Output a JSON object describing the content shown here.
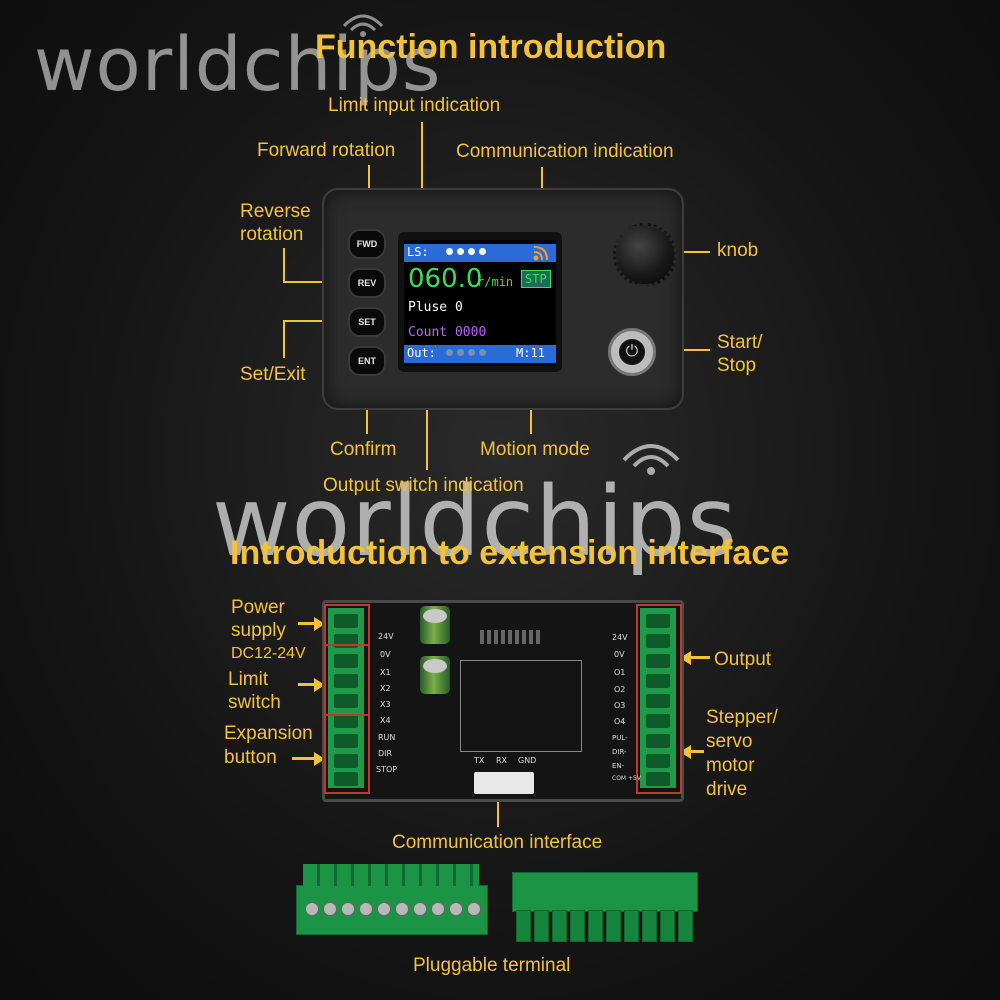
{
  "watermark": {
    "text1": "worldchips",
    "text2": "worldchips"
  },
  "titles": {
    "function": "Function introduction",
    "extension": "Introduction to extension interface"
  },
  "labels": {
    "limit_input": "Limit input indication",
    "forward": "Forward rotation",
    "communication_ind": "Communication indication",
    "reverse_1": "Reverse",
    "reverse_2": "rotation",
    "knob": "knob",
    "set_exit": "Set/Exit",
    "start_1": "Start/",
    "start_2": "Stop",
    "confirm": "Confirm",
    "motion_mode": "Motion mode",
    "output_switch": "Output switch indication",
    "power_1": "Power",
    "power_2": "supply",
    "power_3": "DC12-24V",
    "limit_1": "Limit",
    "limit_2": "switch",
    "expansion_1": "Expansion",
    "expansion_2": "button",
    "output": "Output",
    "stepper_1": "Stepper/",
    "stepper_2": "servo",
    "stepper_3": "motor",
    "stepper_4": "drive",
    "comm_interface": "Communication interface",
    "pluggable": "Pluggable terminal"
  },
  "device": {
    "buttons": {
      "fwd": "FWD",
      "rev": "REV",
      "set": "SET",
      "ent": "ENT"
    },
    "screen": {
      "ls": "LS:",
      "speed": "060.0",
      "unit": "r/min",
      "mode_badge": "STP",
      "pluse_label": "Pluse",
      "pluse_value": "0",
      "count_label": "Count",
      "count_value": "0000",
      "out": "Out:",
      "m": "M:11"
    }
  },
  "board": {
    "left_pins": [
      "24V",
      "0V",
      "X1",
      "X2",
      "X3",
      "X4",
      "RUN",
      "DIR",
      "STOP"
    ],
    "right_pins": [
      "24V",
      "0V",
      "O1",
      "O2",
      "O3",
      "O4",
      "PUL-",
      "DIR-",
      "EN-",
      "COM +5V"
    ],
    "uart": [
      "TX",
      "RX",
      "GND"
    ]
  },
  "colors": {
    "accent": "#f4c23a",
    "terminal_green": "#1f9a4a",
    "screen_bar": "#2a6bd8",
    "speed": "#3ddc5a",
    "count": "#c060ff"
  }
}
